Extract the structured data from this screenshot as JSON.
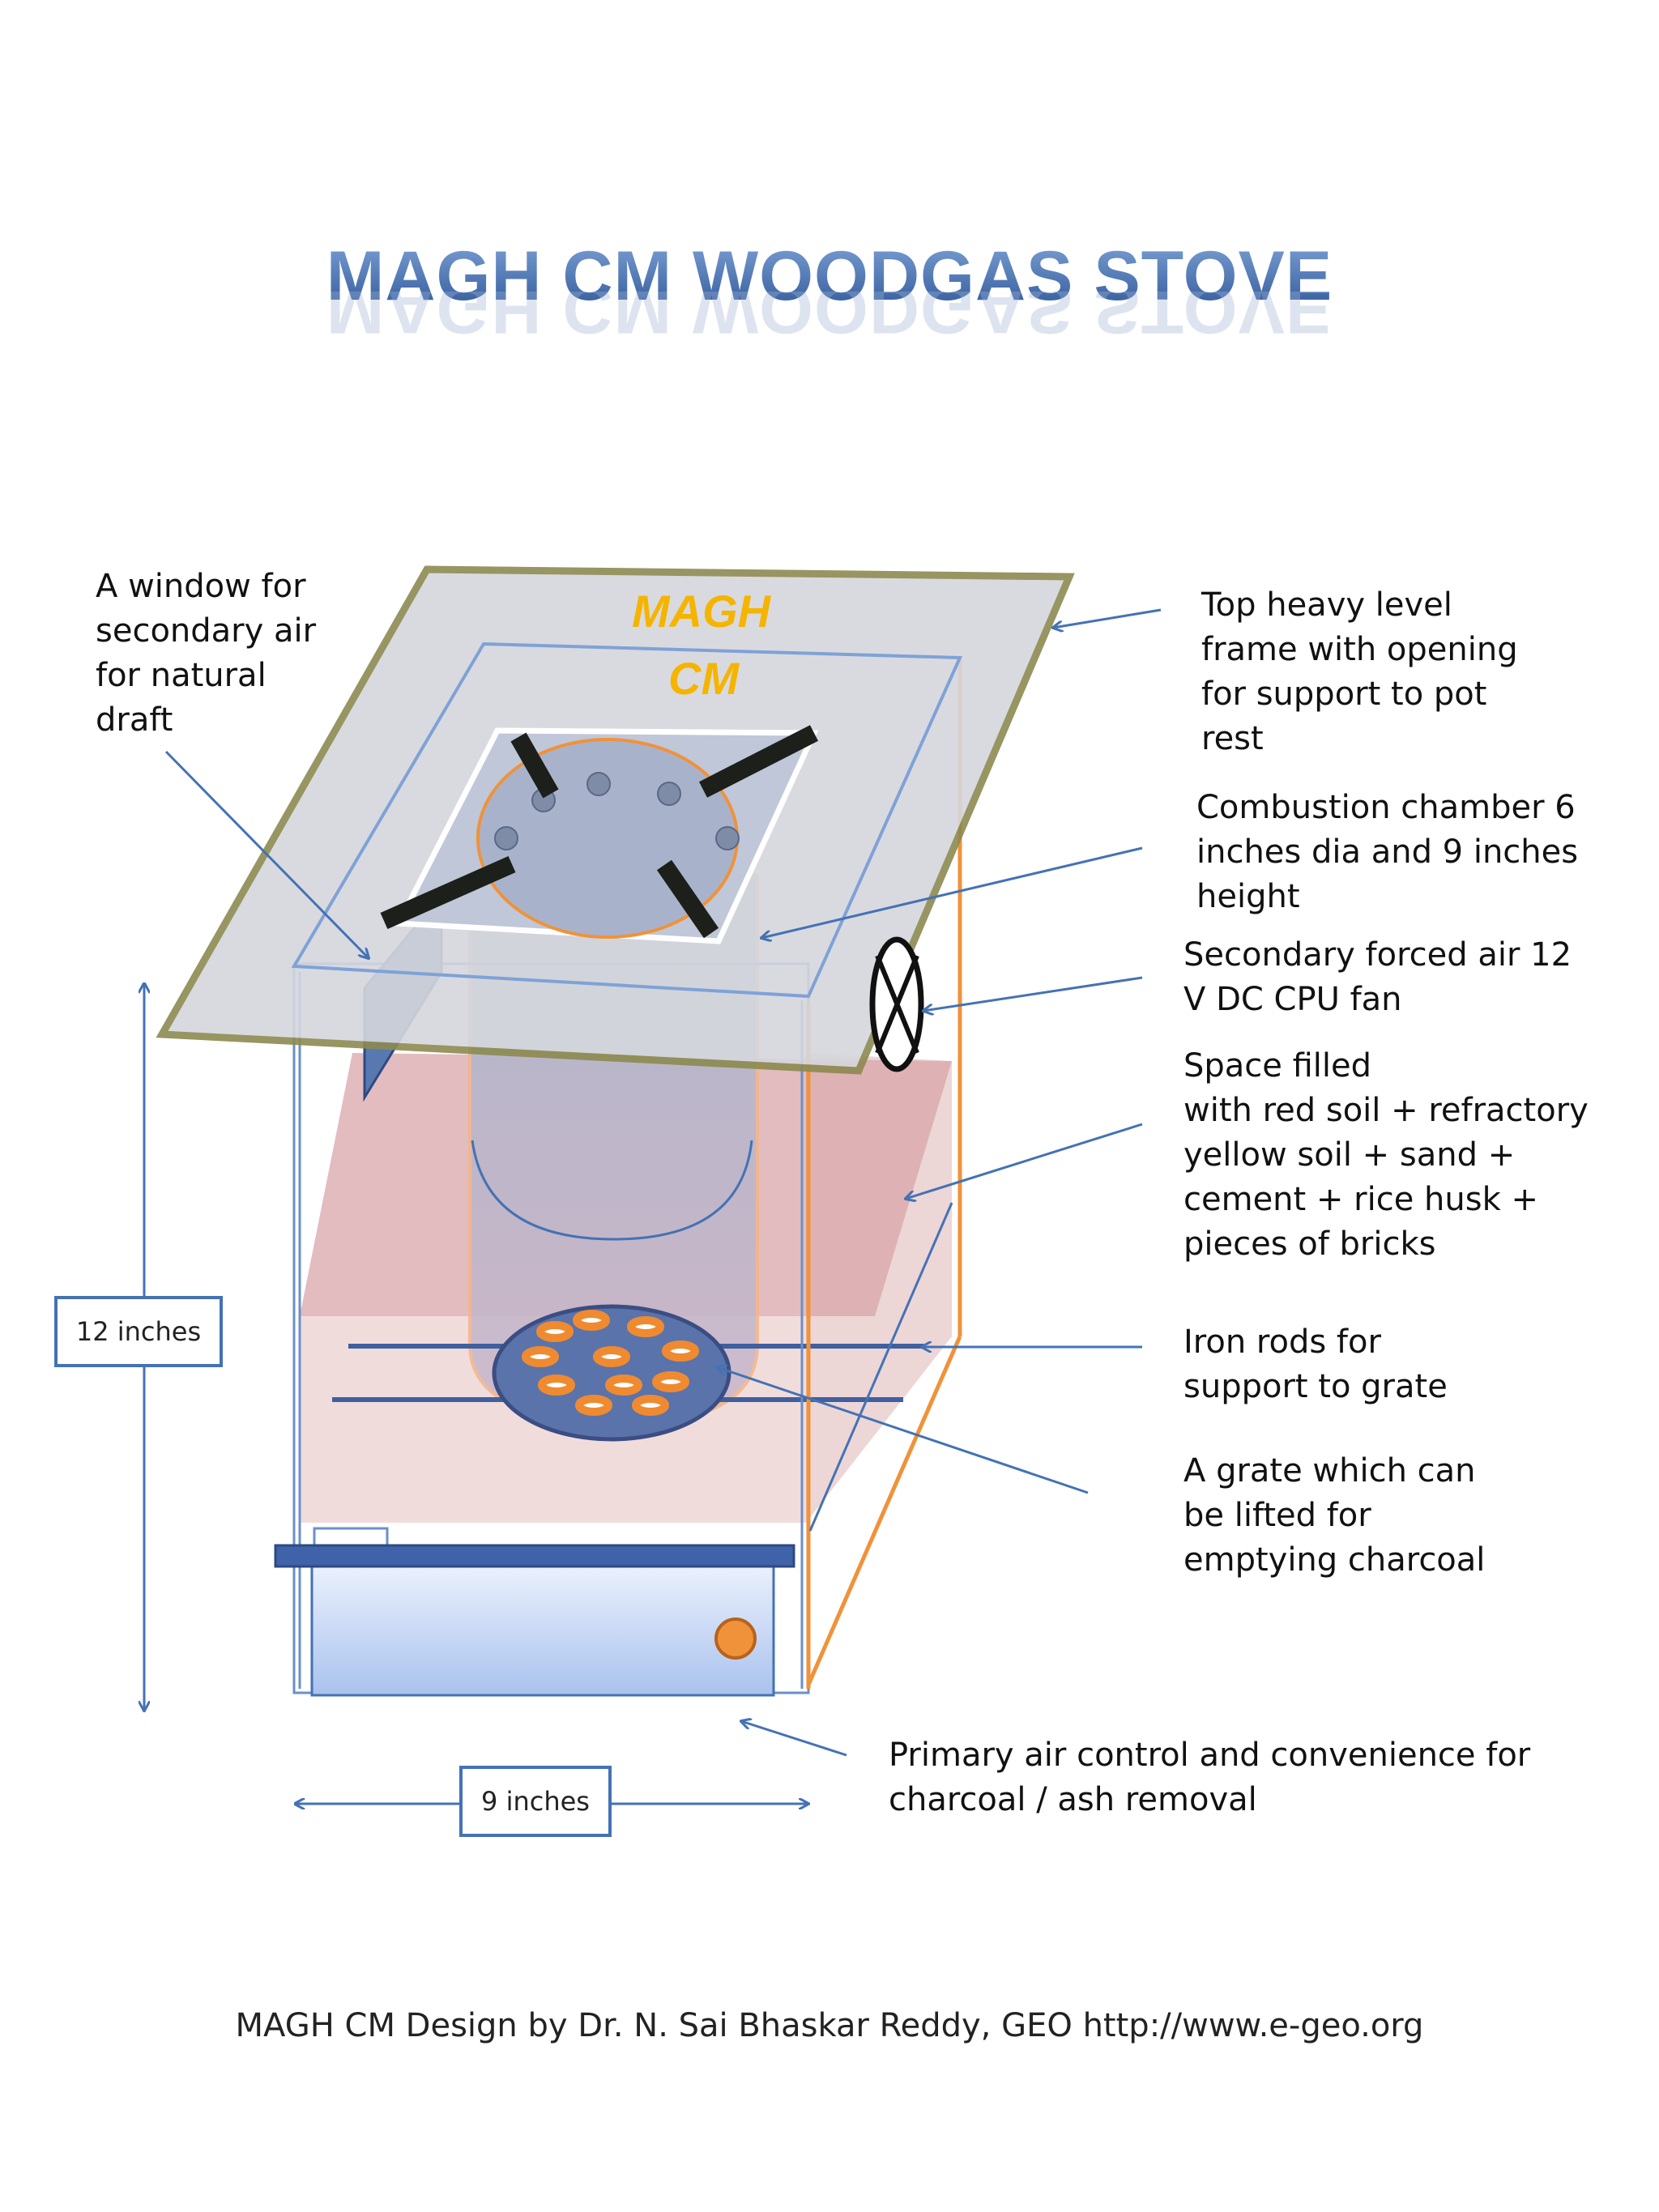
{
  "title": "MAGH CM WOODGAS STOVE",
  "brand": {
    "line1": "MAGH",
    "line2": "CM"
  },
  "labels": {
    "window": "A window for\nsecondary air\nfor natural\ndraft",
    "top_frame": "Top heavy level\nframe with opening\nfor support to pot\nrest",
    "combustion": "Combustion chamber 6\ninches dia and 9 inches\nheight",
    "fan": "Secondary forced air 12\nV DC CPU fan",
    "space": "Space filled\nwith red soil + refractory\nyellow soil + sand +\ncement + rice husk +\npieces of bricks",
    "iron_rods": "Iron rods for\nsupport to grate",
    "grate": "A grate which can\nbe lifted for\nemptying charcoal",
    "primary_air": "Primary air control and convenience for\ncharcoal / ash removal"
  },
  "dimensions": {
    "height": "12 inches",
    "width": "9 inches"
  },
  "footer": "MAGH CM Design by Dr. N. Sai Bhaskar Reddy, GEO http://www.e-geo.org",
  "colors": {
    "accent_blue": "#4472b4",
    "orange": "#f0923a",
    "frame_olive": "#8c8a50",
    "soil_pink": "#e8c4c4",
    "brand_yellow": "#f5b400"
  }
}
